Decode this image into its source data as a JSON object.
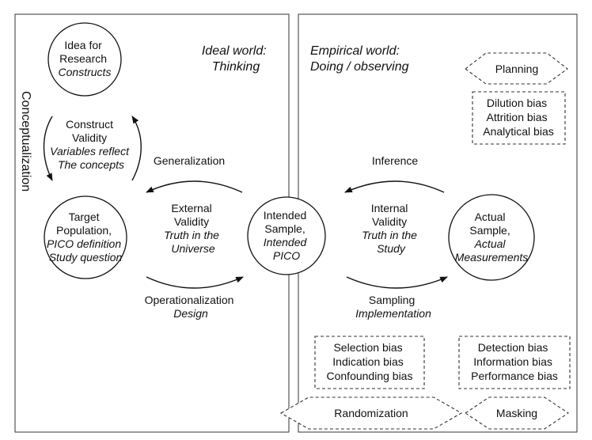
{
  "panels": {
    "ideal": {
      "heading": [
        "Ideal world:",
        "Thinking"
      ]
    },
    "empirical": {
      "heading": [
        "Empirical world:",
        "Doing / observing"
      ]
    }
  },
  "side_label": "Conceptualization",
  "circles": {
    "idea": {
      "lines": [
        "Idea for",
        "Research"
      ],
      "italic": [
        "Constructs"
      ]
    },
    "target": {
      "lines": [
        "Target",
        "Population,"
      ],
      "italic": [
        "PICO definition",
        "Study question"
      ]
    },
    "intended": {
      "lines": [
        "Intended",
        "Sample,"
      ],
      "italic": [
        "Intended",
        "PICO"
      ]
    },
    "actual": {
      "lines": [
        "Actual",
        "Sample,"
      ],
      "italic": [
        "Actual",
        "Measurements"
      ]
    }
  },
  "construct_validity": {
    "lines": [
      "Construct",
      "Validity"
    ],
    "italic": [
      "Variables reflect",
      "The concepts"
    ]
  },
  "external_validity": {
    "lines": [
      "External",
      "Validity"
    ],
    "italic": [
      "Truth in the",
      "Universe"
    ]
  },
  "internal_validity": {
    "lines": [
      "Internal",
      "Validity"
    ],
    "italic": [
      "Truth in the",
      "Study"
    ]
  },
  "arrows": {
    "generalization": "Generalization",
    "operationalization": {
      "label": "Operationalization",
      "sub": "Design"
    },
    "inference": "Inference",
    "sampling": {
      "label": "Sampling",
      "sub": "Implementation"
    }
  },
  "boxes": {
    "planning": "Planning",
    "dilution": [
      "Dilution bias",
      "Attrition bias",
      "Analytical bias"
    ],
    "selection": [
      "Selection bias",
      "Indication bias",
      "Confounding bias"
    ],
    "detection": [
      "Detection bias",
      "Information bias",
      "Performance bias"
    ],
    "randomization": "Randomization",
    "masking": "Masking"
  }
}
